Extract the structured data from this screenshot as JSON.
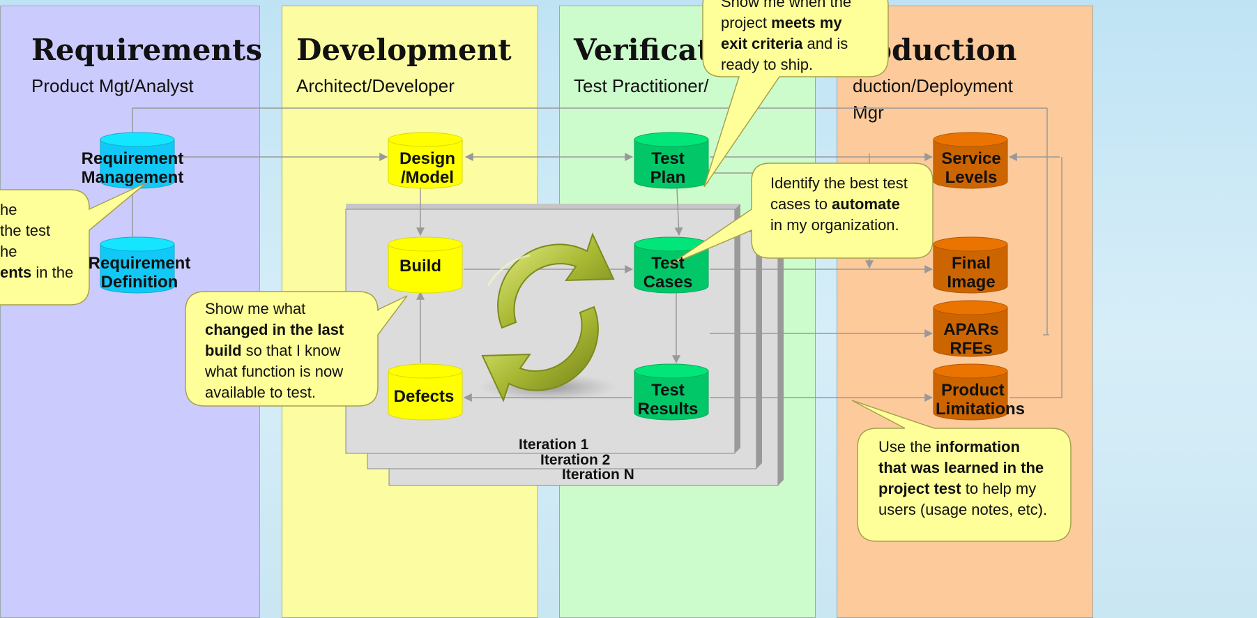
{
  "columns": [
    {
      "title": "Requirements",
      "subtitle": "Product Mgt/Analyst",
      "color": "#cccbfd"
    },
    {
      "title": "Development",
      "subtitle": "Architect/Developer",
      "color": "#fcfca2"
    },
    {
      "title": "Verificati",
      "subtitle": "Test Practitioner/",
      "color": "#cdfccc"
    },
    {
      "title": "oduction",
      "subtitle": "duction/Deployment",
      "subtitle2": "Mgr",
      "color": "#fdca9c"
    }
  ],
  "databases": {
    "req_mgmt": {
      "line1": "Requirement",
      "line2": "Management",
      "color": "#12c8f6"
    },
    "req_def": {
      "line1": "Requirement",
      "line2": "Definition",
      "color": "#12c8f6"
    },
    "design": {
      "line1": "Design",
      "line2": "/Model",
      "color": "#ffff00"
    },
    "build": {
      "line1": "Build",
      "line2": "",
      "color": "#ffff00"
    },
    "defects": {
      "line1": "Defects",
      "line2": "",
      "color": "#ffff00"
    },
    "test_plan": {
      "line1": "Test",
      "line2": "Plan",
      "color": "#02c769"
    },
    "test_cases": {
      "line1": "Test",
      "line2": "Cases",
      "color": "#02c769"
    },
    "test_results": {
      "line1": "Test",
      "line2": "Results",
      "color": "#02c769"
    },
    "service_levels": {
      "line1": "Service",
      "line2": "Levels",
      "color": "#cc6500"
    },
    "final_image": {
      "line1": "Final",
      "line2": "Image",
      "color": "#cc6500"
    },
    "apars": {
      "line1": "APARs",
      "line2": "RFEs",
      "color": "#cc6500"
    },
    "product_limitations": {
      "line1": "Product",
      "line2": "Limitations",
      "color": "#cc6500"
    }
  },
  "iterations": {
    "it1": "Iteration 1",
    "it2": "Iteration 2",
    "itn": "Iteration N"
  },
  "callouts": {
    "left": {
      "l1": "he",
      "l2": "the test",
      "l3": "he",
      "l4_bold": "ents",
      "l4_rest": " in the"
    },
    "exit": {
      "l1": "Show me when the",
      "l2_pre": "project ",
      "l2_bold": "meets my",
      "l3_bold": "exit criteria",
      "l3_rest": " and is",
      "l4": "ready to ship."
    },
    "automate": {
      "l1": "Identify the best test",
      "l2_pre": "cases to ",
      "l2_bold": "automate",
      "l3": "in my organization."
    },
    "changed": {
      "l1": "Show me what",
      "l2_bold": "changed in the last",
      "l3_bold": "build",
      "l3_rest": " so that I know",
      "l4": "what function is now",
      "l5": "available to test."
    },
    "info": {
      "l1_pre": "Use the ",
      "l1_bold": "information",
      "l2_bold": "that was learned in the",
      "l3_bold": "project test",
      "l3_rest": " to help my",
      "l4": "users (usage notes, etc)."
    }
  },
  "colors": {
    "callout_fill": "#ffff99",
    "callout_stroke": "#a6a14f",
    "arrow": "#999999",
    "iteration_panel": "#dcdcdc",
    "cycle_icon": "#a8b838"
  }
}
